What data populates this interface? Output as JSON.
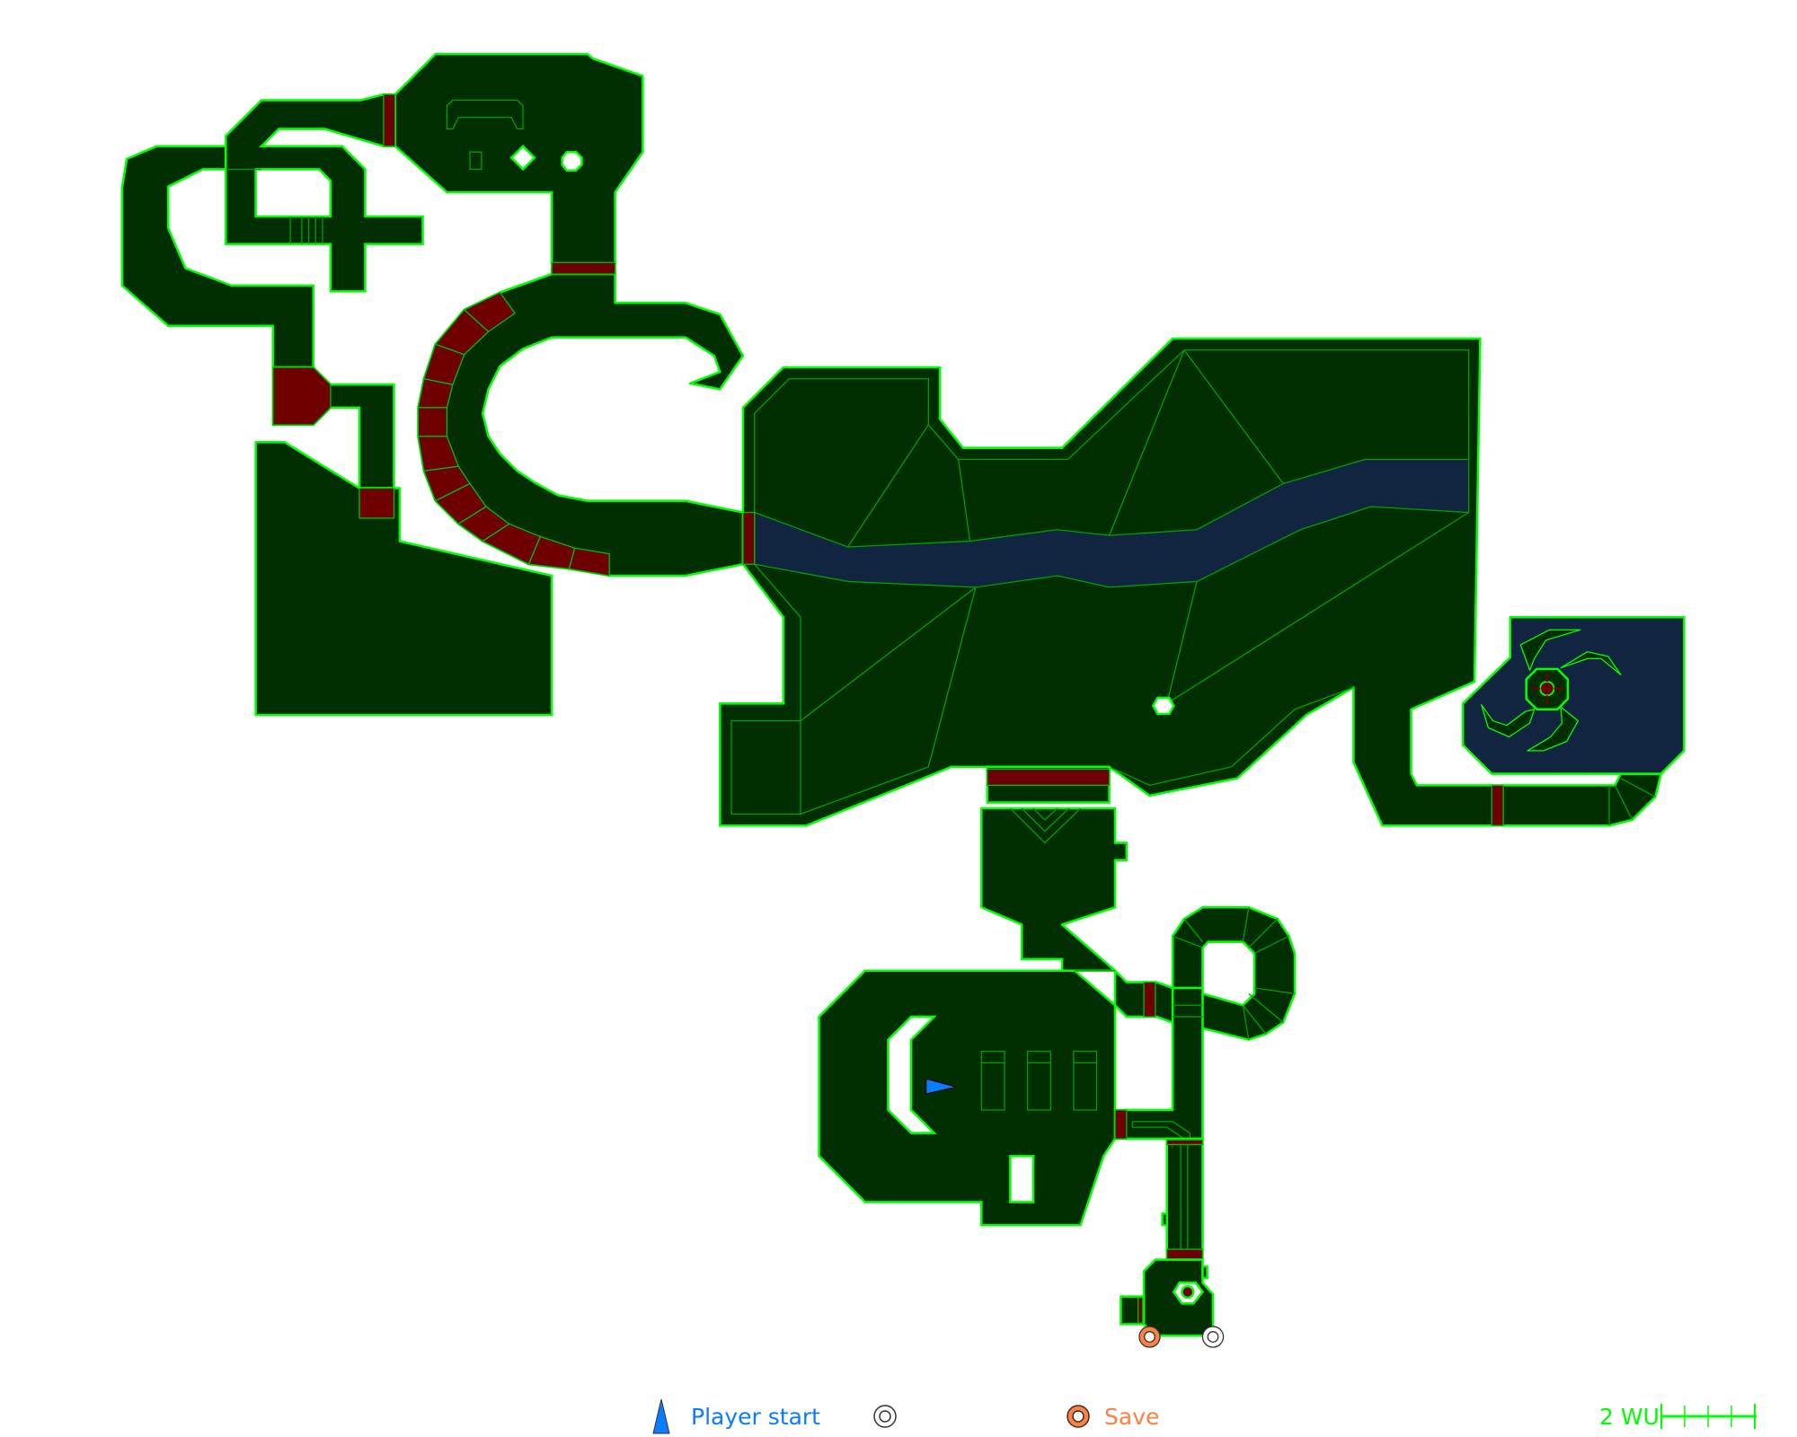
{
  "map": {
    "colors": {
      "floor": "#002e00",
      "wall": "#00ff00",
      "water": "#112540",
      "door": "#6e0000",
      "player": "#0a7cff",
      "save": "#ff8040"
    }
  },
  "legend": {
    "player_start_label": "Player start",
    "save_label": "Save",
    "scale_label": "2 WU"
  }
}
